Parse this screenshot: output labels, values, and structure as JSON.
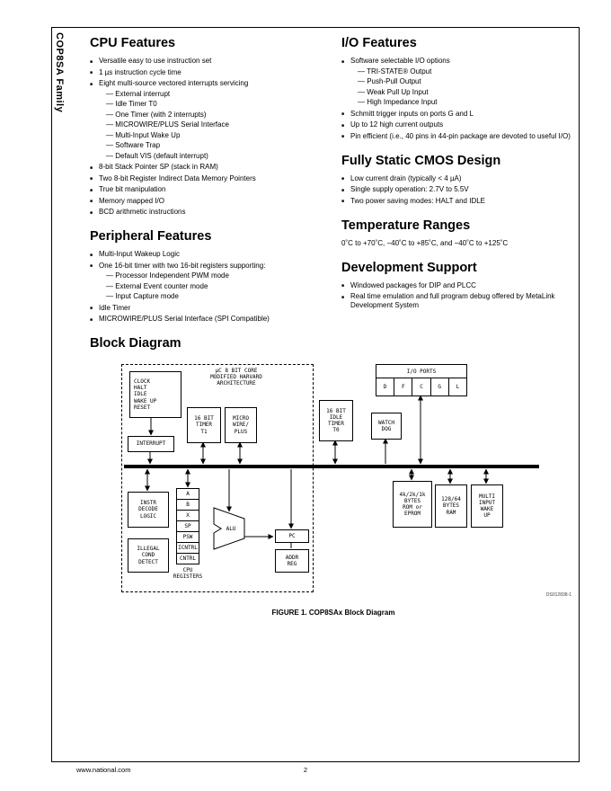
{
  "sidebar": {
    "family": "COP8SA Family"
  },
  "footer": {
    "url": "www.national.com",
    "page": "2"
  },
  "cpu": {
    "title": "CPU Features",
    "items": [
      "Versatile easy to use instruction set",
      "1 µs instruction cycle time",
      "Eight multi-source vectored interrupts servicing",
      "— External interrupt",
      "— Idle Timer T0",
      "— One Timer (with 2 interrupts)",
      "— MICROWIRE/PLUS Serial Interface",
      "— Multi-Input Wake Up",
      "— Software Trap",
      "— Default VIS (default interrupt)",
      "8-bit Stack Pointer SP (stack in RAM)",
      "Two 8-bit Register Indirect Data Memory Pointers",
      "True bit manipulation",
      "Memory mapped I/O",
      "BCD arithmetic instructions"
    ]
  },
  "peripheral": {
    "title": "Peripheral Features",
    "items": [
      "Multi-Input Wakeup Logic",
      "One 16-bit timer with two 16-bit registers supporting:",
      "— Processor Independent PWM mode",
      "— External Event counter mode",
      "— Input Capture mode",
      "Idle Timer",
      "MICROWIRE/PLUS Serial Interface (SPI Compatible)"
    ]
  },
  "io": {
    "title": "I/O Features",
    "items": [
      "Software selectable I/O options",
      "— TRI-STATE® Output",
      "— Push-Pull Output",
      "— Weak Pull Up Input",
      "— High Impedance Input",
      "Schmitt trigger inputs on ports G and L",
      "Up to 12 high current outputs",
      "Pin efficient (i.e., 40 pins in 44-pin package are devoted to useful I/O)"
    ]
  },
  "cmos": {
    "title": "Fully Static CMOS Design",
    "items": [
      "Low current drain (typically < 4 µA)",
      "Single supply operation: 2.7V to 5.5V",
      "Two power saving modes: HALT and IDLE"
    ]
  },
  "temp": {
    "title": "Temperature Ranges",
    "text": "0˚C to +70˚C, −40˚C to +85˚C, and −40˚C to +125˚C"
  },
  "dev": {
    "title": "Development Support",
    "items": [
      "Windowed packages for DIP and PLCC",
      "Real time emulation and full program debug offered by MetaLink Development System"
    ]
  },
  "diagram": {
    "title": "Block Diagram",
    "caption": "FIGURE 1. COP8SAx Block Diagram",
    "docnum": "DS012838-1",
    "blocks": {
      "core_label": "µC 8 BIT CORE\nMODIFIED HARVARD\nARCHITECTURE",
      "clock": "CLOCK\nHALT\nIDLE\nWAKE UP\nRESET",
      "timer_t1": "16 BIT\nTIMER\nT1",
      "microwire": "MICRO\nWIRE/\nPLUS",
      "interrupt": "INTERRUPT",
      "idle_timer_t0": "16 BIT\nIDLE\nTIMER\nT0",
      "watchdog": "WATCH\nDOG",
      "io_ports": "I/O PORTS",
      "port_cells": [
        "D",
        "F",
        "C",
        "G",
        "L"
      ],
      "instr_decode": "INSTR\nDECODE\nLOGIC",
      "registers": [
        "A",
        "B",
        "X",
        "SP",
        "PSW",
        "ICNTRL",
        "CNTRL"
      ],
      "cpu_registers_label": "CPU\nREGISTERS",
      "alu": "ALU",
      "illegal": "ILLEGAL\nCOND\nDETECT",
      "pc": "PC",
      "addr_reg": "ADDR\nREG",
      "rom": "4k/2k/1k\nBYTES\nROM or\nEPROM",
      "ram": "128/64\nBYTES\nRAM",
      "wakeup": "MULTI\nINPUT\nWAKE\nUP"
    }
  }
}
